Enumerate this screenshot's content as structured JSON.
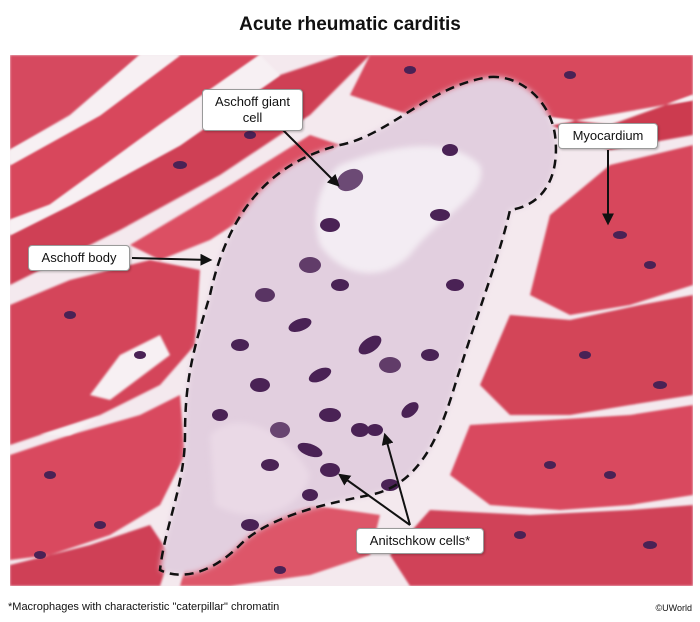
{
  "figure": {
    "title": "Acute rheumatic carditis",
    "labels": {
      "aschoff_giant_cell": "Aschoff giant cell",
      "myocardium": "Myocardium",
      "aschoff_body": "Aschoff body",
      "anitschkow_cells": "Anitschkow cells*"
    },
    "footnote": "*Macrophages with characteristic \"caterpillar\" chromatin",
    "credit": "©UWorld"
  },
  "colors": {
    "muscle": "#d9475c",
    "muscle_dark": "#c23448",
    "lesion": "#dcc7d8",
    "nucleus": "#4a2255",
    "background": "#f6eef2"
  }
}
